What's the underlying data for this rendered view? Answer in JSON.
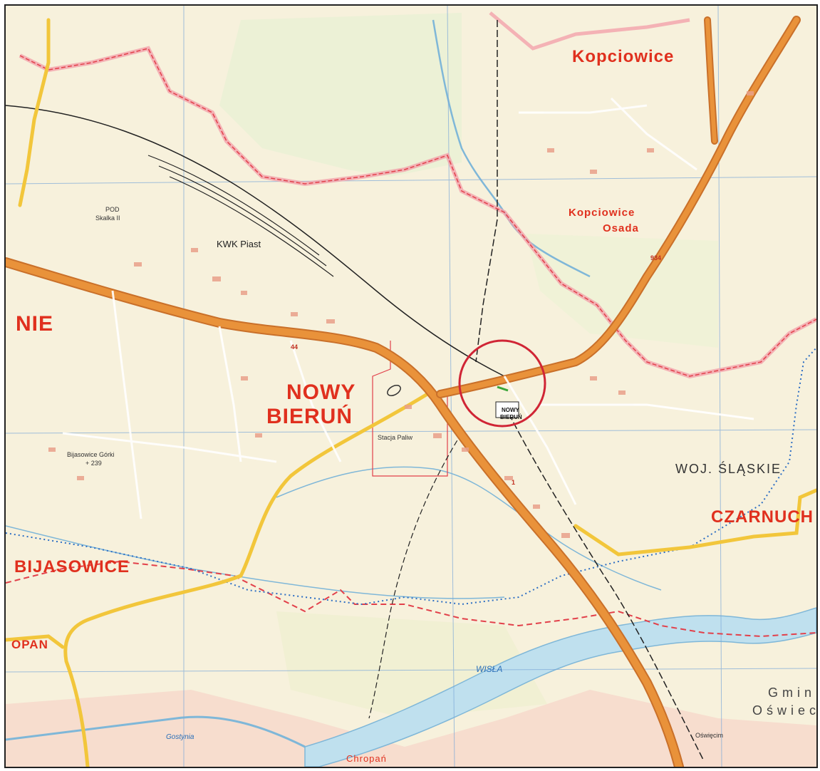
{
  "labels": {
    "kopciowice": "Kopciowice",
    "kopciowice_osada_1": "Kopciowice",
    "kopciowice_osada_2": "Osada",
    "nowy": "NOWY",
    "bierun": "BIERUŃ",
    "nie": "NIE",
    "bijasowice": "BIJASOWICE",
    "czarnuch": "CZARNUCH",
    "opan": "OPAN",
    "kwk_piast": "KWK Piast",
    "pod_1": "POD",
    "pod_2": "Skalka II",
    "woj_slaskie": "WOJ. ŚLĄSKIE",
    "gmina": "Gmin",
    "oswiec": "Oświec",
    "chropan": "Chropań",
    "wisla": "WISŁA",
    "golysznica": "Gostynia",
    "bijasowice_gorki": "Bijasowice Górki",
    "bijasowice_gorki_h": "+ 239",
    "stacja_1": "Stacja Paliw",
    "nowy_bierun_sign_1": "NOWY",
    "nowy_bierun_sign_2": "BIERUŃ",
    "road_44": "44",
    "road_1": "1",
    "road_934": "934",
    "oswiecim": "Oświęcim"
  },
  "colors": {
    "background": "#f7f1dc",
    "main_road": "#e9923a",
    "secondary_road": "#f2c63b",
    "border_red": "#e2404a",
    "border_pink": "#f2a3ab",
    "river": "#7fb7d8",
    "river_fill": "#bfe0ee",
    "forest": "#e8f0c8",
    "grid": "#7ba8d8",
    "railway": "#222222",
    "highlight_circle": "#d02535"
  }
}
